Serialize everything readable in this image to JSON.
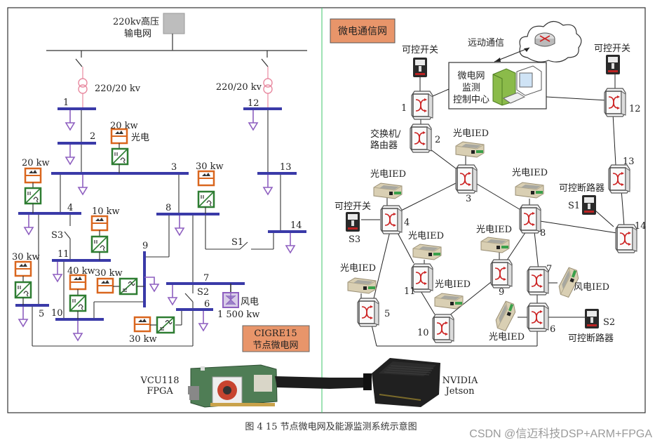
{
  "figure": {
    "caption": "图 4    15 节点微电网及能源监测系统示意图",
    "watermark": "CSDN @信迈科技DSP+ARM+FPGA"
  },
  "colors": {
    "bus": "#3a3aa8",
    "load": "#8e5fc0",
    "transformer": "#e88aa0",
    "pv_box": "#d9661e",
    "inverter_box": "#2e7d32",
    "label_box_fill": "#e8956a",
    "divider": "#3ec46a",
    "switch_icon": "#cc2222"
  },
  "left_panel": {
    "grid_source": {
      "line1": "220kv高压",
      "line2": "输电网"
    },
    "transformers": [
      {
        "id": "T1",
        "label": "220/20 kv"
      },
      {
        "id": "T2",
        "label": "220/20 kv"
      }
    ],
    "buses": [
      "1",
      "2",
      "3",
      "4",
      "5",
      "6",
      "7",
      "8",
      "9",
      "10",
      "11",
      "12",
      "13",
      "14"
    ],
    "switches": [
      "S1",
      "S2",
      "S3"
    ],
    "pv_units": [
      {
        "bus": "3",
        "rating": "20 kw",
        "label": "光电"
      },
      {
        "bus": "4",
        "rating": "20 kw"
      },
      {
        "bus": "8",
        "rating": "30 kw"
      },
      {
        "bus": "11",
        "rating": "10 kw"
      },
      {
        "bus": "5",
        "rating": "30 kw"
      },
      {
        "bus": "10",
        "rating": "40 kw"
      },
      {
        "bus": "9",
        "rating": "30 kw"
      },
      {
        "bus": "6",
        "rating": "30 kw"
      }
    ],
    "wind_unit": {
      "bus": "7",
      "label": "风电",
      "rating": "1 500 kw"
    },
    "title_box": {
      "line1": "CIGRE15",
      "line2": "节点微电网"
    }
  },
  "right_panel": {
    "title": "微电通信网",
    "remote_comm_label": "远动通信",
    "control_center": {
      "line1": "微电网",
      "line2": "监测",
      "line3": "控制中心"
    },
    "switch_router_label": {
      "line1": "交换机/",
      "line2": "路由器"
    },
    "nodes": [
      "1",
      "2",
      "3",
      "4",
      "5",
      "6",
      "7",
      "8",
      "9",
      "10",
      "11",
      "12",
      "13",
      "14"
    ],
    "devices": {
      "controllable_switch": "可控开关",
      "controllable_breaker": "可控断路器",
      "pv_ied": "光电IED",
      "wind_ied": "风电IED"
    },
    "breaker_ids": [
      "S1",
      "S2",
      "S3"
    ]
  },
  "hardware": {
    "fpga": {
      "line1": "VCU118",
      "line2": "FPGA"
    },
    "jetson": {
      "line1": "NVIDIA",
      "line2": "Jetson"
    }
  }
}
